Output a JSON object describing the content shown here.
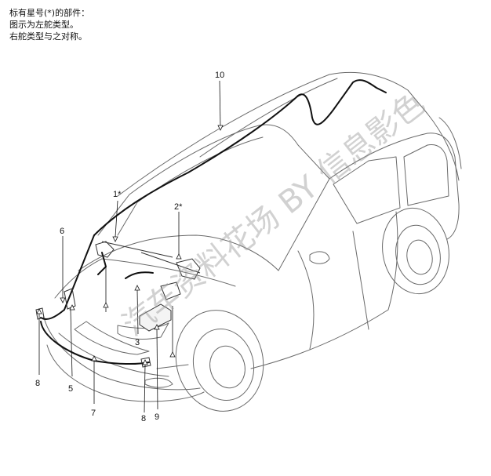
{
  "notes": [
    "标有星号(*)的部件：",
    "图示为左舵类型。",
    "右舵类型与之对称。"
  ],
  "callouts": {
    "c1": "1*",
    "c2": "2*",
    "c3": "3",
    "c5": "5",
    "c6": "6",
    "c7": "7",
    "c8a": "8",
    "c8b": "8",
    "c9": "9",
    "c10": "10"
  },
  "watermark": "汽车资料花场 BY 信息影色",
  "colors": {
    "line": "#6a6a6a",
    "harness": "#111111",
    "watermark": "#9a9a9a"
  }
}
